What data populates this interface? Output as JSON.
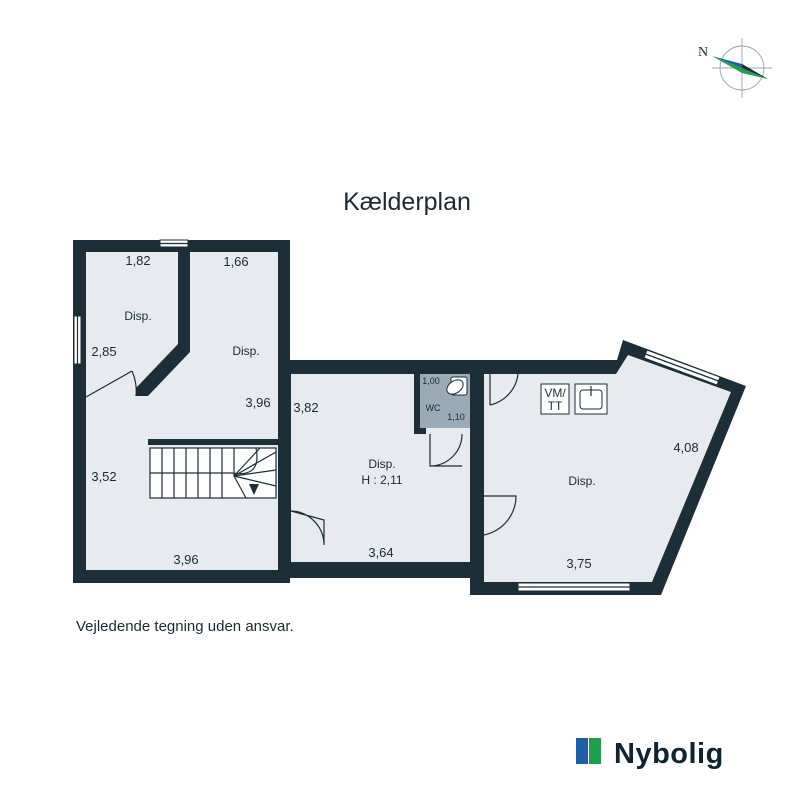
{
  "plan": {
    "title": "Kælderplan",
    "disclaimer": "Vejledende tegning uden ansvar.",
    "compass_label": "N",
    "brand": {
      "name": "Nybolig",
      "colors": {
        "blue": "#1d5ea8",
        "green": "#1f9f4e"
      }
    },
    "rooms": {
      "a": {
        "label": "Disp."
      },
      "b": {
        "label": "Disp."
      },
      "c": {
        "label": "Disp.",
        "height": "H : 2,11"
      },
      "d": {
        "label": "Disp."
      },
      "wc": {
        "label": "WC"
      }
    },
    "fixtures": {
      "vm_line1": "VM/",
      "vm_line2": "TT"
    },
    "dimensions": {
      "d1": "1,82",
      "d2": "1,66",
      "d3": "2,85",
      "d4": "3,96",
      "d5": "3,52",
      "d6": "3,96",
      "d7": "3,82",
      "d8": "3,64",
      "d9": "1,00",
      "d10": "1,10",
      "d11": "4,08",
      "d12": "3,75"
    },
    "colors": {
      "wall": "#1c2e38",
      "floor": "#e7eaee",
      "wc_floor": "#9aaab6"
    }
  }
}
